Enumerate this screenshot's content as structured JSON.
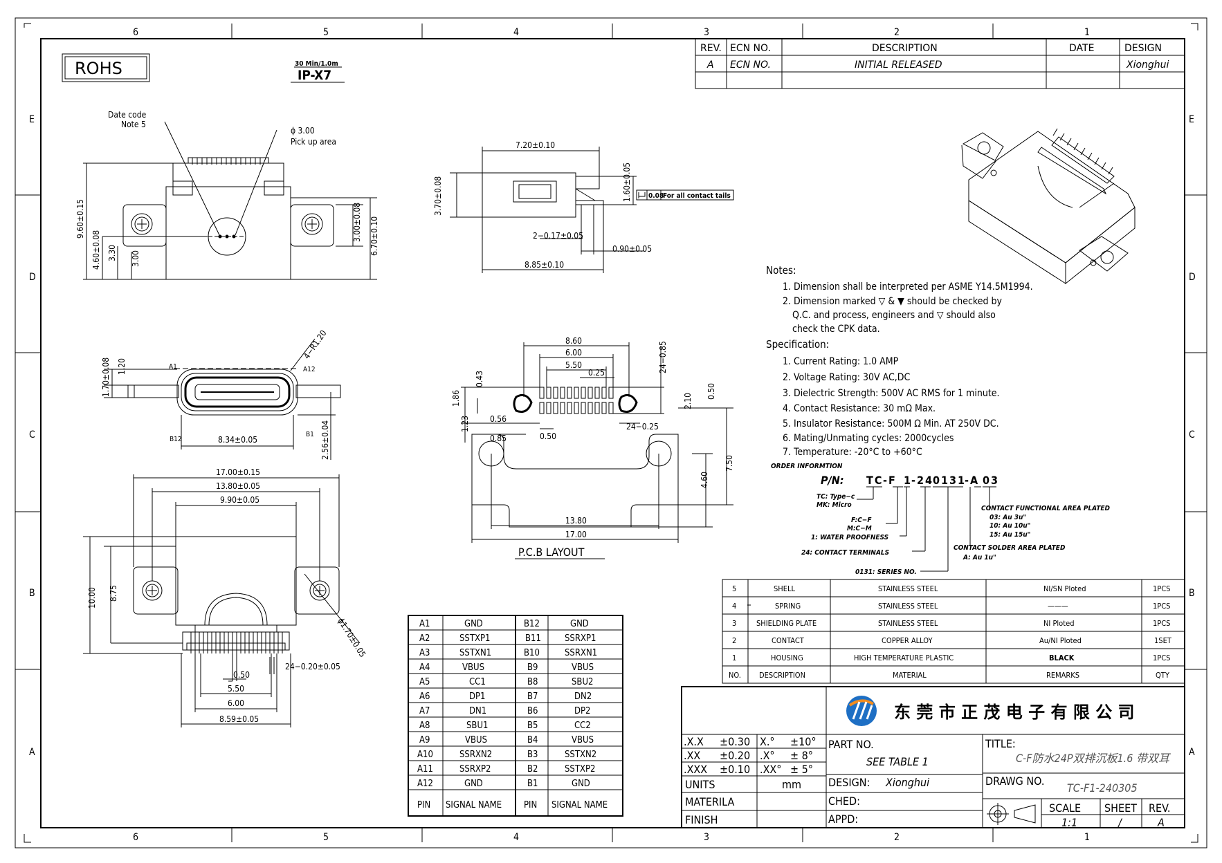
{
  "border": {
    "col_labels": [
      "6",
      "5",
      "4",
      "3",
      "2",
      "1"
    ],
    "row_labels": [
      "E",
      "D",
      "C",
      "B",
      "A"
    ]
  },
  "header_marks": {
    "rohs": "ROHS",
    "ip_small": "30 Min/1.0m",
    "ip_rating": "IP-X7"
  },
  "revision_table": {
    "headers": [
      "REV.",
      "ECN NO.",
      "DESCRIPTION",
      "DATE",
      "DESIGN"
    ],
    "row": [
      "A",
      "ECN NO.",
      "INITIAL RELEASED",
      "",
      "Xionghui"
    ]
  },
  "top_view": {
    "date_code": "Date code",
    "note5": "Note 5",
    "pick_dia": "ϕ 3.00",
    "pick_label": "Pick up area",
    "dims": [
      "9.60±0.15",
      "4.60±0.08",
      "3.30",
      "3.00",
      "3.00±0.08",
      "6.70±0.10"
    ]
  },
  "side_view": {
    "dims": [
      "7.20±0.10",
      "3.70±0.08",
      "1.60±0.05",
      "2−0.17±0.05",
      "0.90±0.05",
      "8.85±0.10"
    ],
    "fcf_value": "0.08",
    "fcf_note": "For all contact tails"
  },
  "front_view": {
    "labels": [
      "A1",
      "A12",
      "B12",
      "B1"
    ],
    "dims": [
      "1.70±0.08",
      "1.20",
      "4−R1.20",
      "8.34±0.05",
      "2.56±0.04"
    ]
  },
  "bottom_view": {
    "dims": [
      "17.00±0.15",
      "13.80±0.05",
      "9.90±0.05",
      "10.00",
      "8.75",
      "ϕ1.70±0.05",
      "24−0.20±0.05",
      "0.50",
      "5.50",
      "6.00",
      "8.59±0.05"
    ]
  },
  "pcb_layout": {
    "dims": [
      "8.60",
      "6.00",
      "5.50",
      "0.25",
      "24−0.85",
      "1.86",
      "1.23",
      "0.43",
      "0.56",
      "0.85",
      "0.50",
      "2.10",
      "0.50",
      "24−0.25",
      "7.50",
      "4.60",
      "13.80",
      "17.00"
    ],
    "title": "P.C.B LAYOUT"
  },
  "notes": {
    "title": "Notes:",
    "items": [
      "1. Dimension shall be interpreted per ASME Y14.5M1994.",
      "2. Dimension marked ▽ & ▼ should be checked by",
      "Q.C. and process, engineers and ▽ should also",
      "check the CPK data."
    ]
  },
  "specification": {
    "title": "Specification:",
    "items": [
      "1. Current Rating: 1.0 AMP",
      "2. Voltage Rating: 30V AC,DC",
      "3. Dielectric Strength: 500V AC RMS for 1 minute.",
      "4. Contact Resistance: 30 mΩ Max.",
      "5. Insulator Resistance: 500M Ω Min. AT 250V DC.",
      "6. Mating/Unmating cycles: 2000cycles",
      "7. Temperature: -20°C to +60°C"
    ]
  },
  "order_info": {
    "title": "ORDER INFORMTION",
    "pn_label": "P/N:",
    "pn_parts": [
      "TC",
      "-F",
      "1",
      "-24",
      "0131",
      "-A",
      "03"
    ],
    "callouts": [
      "TC: Type−c",
      "MK: Micro",
      "F:C−F",
      "M:C−M",
      "1: WATER PROOFNESS",
      "24: CONTACT TERMINALS",
      "0131: SERIES NO.",
      "CONTACT FUNCTIONAL AREA PLATED",
      "03: Au 3u\"",
      "10: Au 10u\"",
      "15: Au 15u\"",
      "CONTACT SOLDER AREA PLATED",
      "A: Au 1u\""
    ]
  },
  "bom": {
    "rows": [
      [
        "5",
        "SHELL",
        "STAINLESS STEEL",
        "NI/SN Ploted",
        "1PCS"
      ],
      [
        "4",
        "SPRING",
        "STAINLESS STEEL",
        "———",
        "1PCS"
      ],
      [
        "3",
        "SHIELDING PLATE",
        "STAINLESS STEEL",
        "NI Ploted",
        "1PCS"
      ],
      [
        "2",
        "CONTACT",
        "COPPER ALLOY",
        "Au/NI Ploted",
        "1SET"
      ],
      [
        "1",
        "HOUSING",
        "HIGH TEMPERATURE PLASTIC",
        "BLACK",
        "1PCS"
      ]
    ],
    "header": [
      "NO.",
      "DESCRIPTION",
      "MATERIAL",
      "REMARKS",
      "QTY"
    ]
  },
  "pin_table": {
    "rows": [
      [
        "A1",
        "GND",
        "B12",
        "GND"
      ],
      [
        "A2",
        "SSTXP1",
        "B11",
        "SSRXP1"
      ],
      [
        "A3",
        "SSTXN1",
        "B10",
        "SSRXN1"
      ],
      [
        "A4",
        "VBUS",
        "B9",
        "VBUS"
      ],
      [
        "A5",
        "CC1",
        "B8",
        "SBU2"
      ],
      [
        "A6",
        "DP1",
        "B7",
        "DN2"
      ],
      [
        "A7",
        "DN1",
        "B6",
        "DP2"
      ],
      [
        "A8",
        "SBU1",
        "B5",
        "CC2"
      ],
      [
        "A9",
        "VBUS",
        "B4",
        "VBUS"
      ],
      [
        "A10",
        "SSRXN2",
        "B3",
        "SSTXN2"
      ],
      [
        "A11",
        "SSRXP2",
        "B2",
        "SSTXP2"
      ],
      [
        "A12",
        "GND",
        "B1",
        "GND"
      ]
    ],
    "header": [
      "PIN",
      "SIGNAL NAME",
      "PIN",
      "SIGNAL NAME"
    ]
  },
  "title_block": {
    "company": "东 莞 市 正 茂 电 子 有 限 公 司",
    "tolerances": [
      [
        ".X.X",
        "±0.30",
        "X.°",
        "±10°"
      ],
      [
        ".XX",
        "±0.20",
        ".X°",
        "± 8°"
      ],
      [
        ".XXX",
        "±0.10",
        ".XX°",
        "± 5°"
      ]
    ],
    "units_label": "UNITS",
    "units_value": "mm",
    "material_label": "MATERILA",
    "finish_label": "FINISH",
    "part_no_label": "PART NO.",
    "part_no_value": "SEE TABLE 1",
    "design_label": "DESIGN:",
    "design_value": "Xionghui",
    "ched_label": "CHED:",
    "appd_label": "APPD:",
    "title_label": "TITLE:",
    "title_value": "C-F防水24P双排沉板1.6 带双耳",
    "drawg_label": "DRAWG NO.",
    "drawg_value": "TC-F1-240305",
    "scale_label": "SCALE",
    "scale_value": "1:1",
    "sheet_label": "SHEET",
    "sheet_value": "/",
    "rev_label": "REV.",
    "rev_value": "A"
  },
  "colors": {
    "logo_blue": "#1E6FC4",
    "logo_orange": "#F28C1E"
  }
}
